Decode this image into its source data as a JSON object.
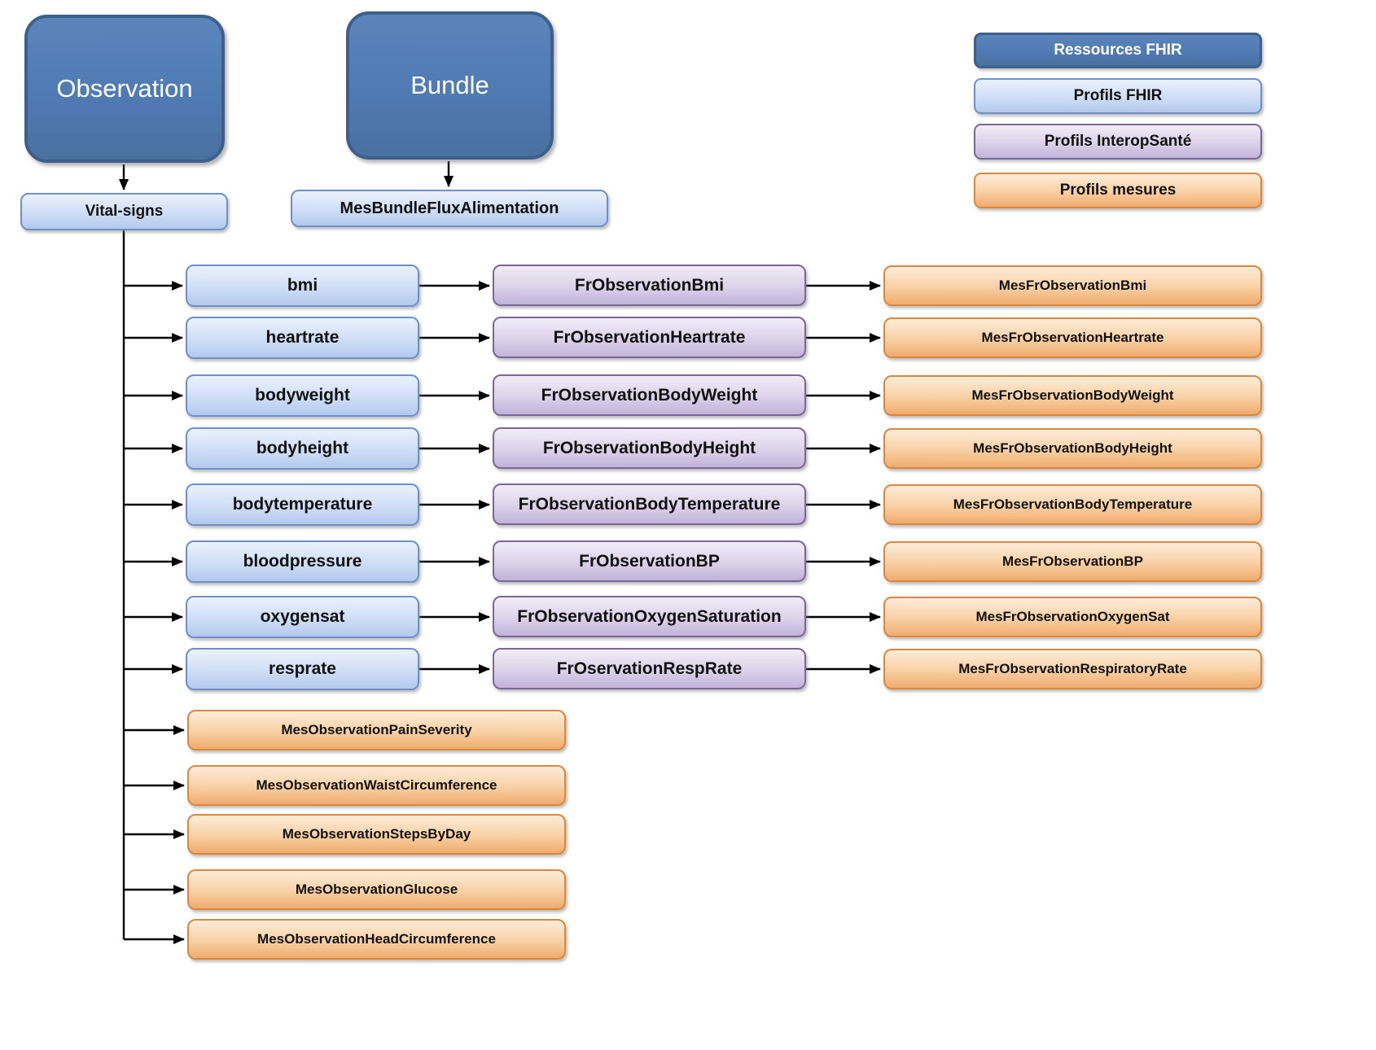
{
  "diagram": {
    "resources": {
      "observation": "Observation",
      "bundle": "Bundle"
    },
    "vital_signs": "Vital-signs",
    "bundle_profile": "MesBundleFluxAlimentation",
    "legend": [
      {
        "label": "Ressources FHIR",
        "type": "ressources-fhir"
      },
      {
        "label": "Profils FHIR",
        "type": "profils-fhir"
      },
      {
        "label": "Profils InteropSanté",
        "type": "profils-interopsante"
      },
      {
        "label": "Profils mesures",
        "type": "profils-mesures"
      }
    ],
    "rows": [
      {
        "fhir": "bmi",
        "interop": "FrObservationBmi",
        "mesure": "MesFrObservationBmi"
      },
      {
        "fhir": "heartrate",
        "interop": "FrObservationHeartrate",
        "mesure": "MesFrObservationHeartrate"
      },
      {
        "fhir": "bodyweight",
        "interop": "FrObservationBodyWeight",
        "mesure": "MesFrObservationBodyWeight"
      },
      {
        "fhir": "bodyheight",
        "interop": "FrObservationBodyHeight",
        "mesure": "MesFrObservationBodyHeight"
      },
      {
        "fhir": "bodytemperature",
        "interop": "FrObservationBodyTemperature",
        "mesure": "MesFrObservationBodyTemperature"
      },
      {
        "fhir": "bloodpressure",
        "interop": "FrObservationBP",
        "mesure": "MesFrObservationBP"
      },
      {
        "fhir": "oxygensat",
        "interop": "FrObservationOxygenSaturation",
        "mesure": "MesFrObservationOxygenSat"
      },
      {
        "fhir": "resprate",
        "interop": "FrOservationRespRate",
        "mesure": "MesFrObservationRespiratoryRate"
      }
    ],
    "standalone_mesures": [
      "MesObservationPainSeverity",
      "MesObservationWaistCircumference",
      "MesObservationStepsByDay",
      "MesObservationGlucose",
      "MesObservationHeadCircumference"
    ]
  },
  "colors": {
    "ressource_fill": "#4F7AB3",
    "ressource_border": "#3D5F8D",
    "profil_fhir_fill_top": "#EAF1FC",
    "profil_fhir_fill_bottom": "#B3C9EE",
    "profil_fhir_border": "#6D90CA",
    "interopsante_fill_top": "#F1EDF7",
    "interopsante_fill_bottom": "#C3B3D9",
    "interopsante_border": "#7B6699",
    "mesure_fill_top": "#FCECD9",
    "mesure_fill_bottom": "#F0AB6E",
    "mesure_border": "#D9883E",
    "arrow": "#000000"
  }
}
